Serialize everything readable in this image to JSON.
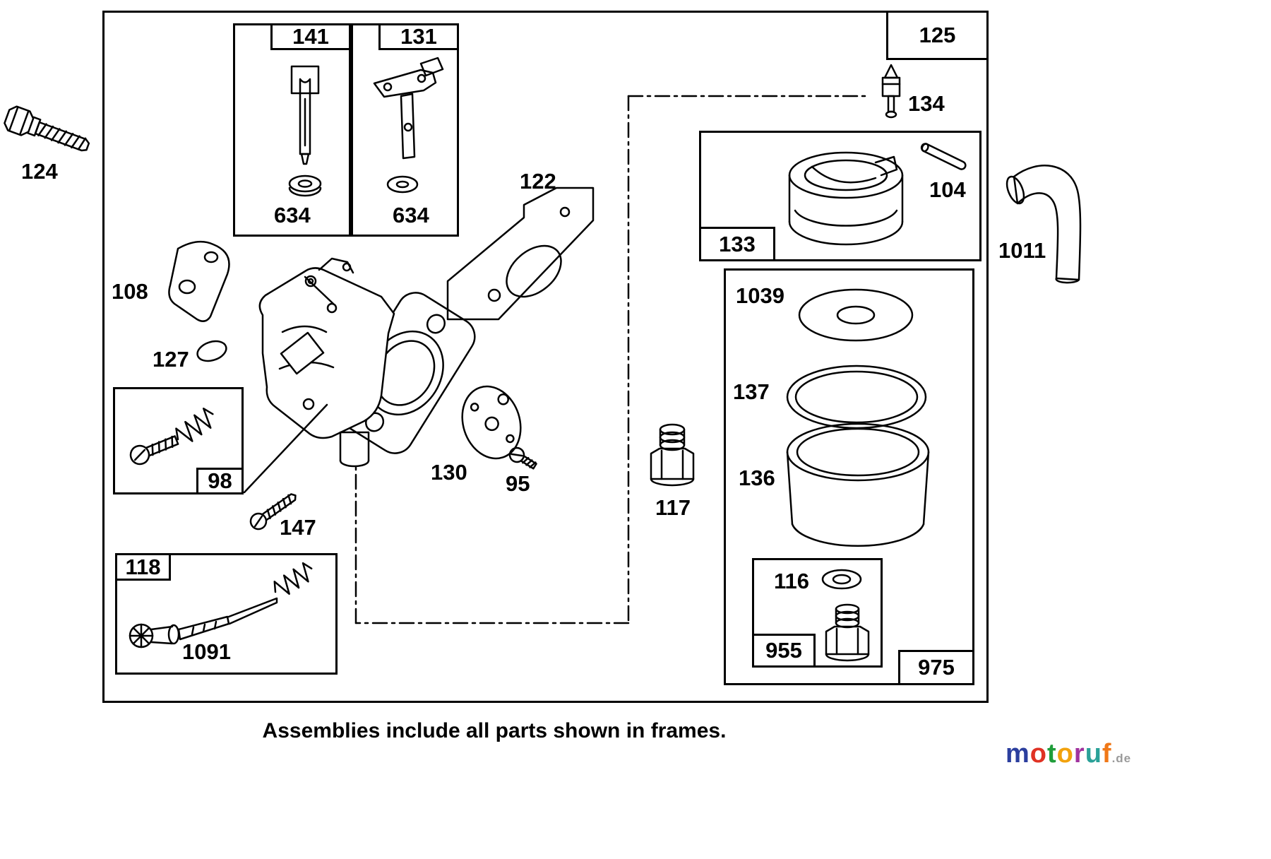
{
  "page": {
    "caption": "Assemblies include all parts shown in frames."
  },
  "labels": {
    "p124": "124",
    "p141": "141",
    "p131": "131",
    "p634a": "634",
    "p634b": "634",
    "p122": "122",
    "p125": "125",
    "p108": "108",
    "p127": "127",
    "p98": "98",
    "p130": "130",
    "p95": "95",
    "p147": "147",
    "p118": "118",
    "p1091": "1091",
    "p133": "133",
    "p134": "134",
    "p104": "104",
    "p1011": "1011",
    "p117": "117",
    "p1039": "1039",
    "p137": "137",
    "p136": "136",
    "p116": "116",
    "p955": "955",
    "p975": "975"
  },
  "logo": {
    "letters": [
      {
        "ch": "m",
        "color": "#2b3e9e"
      },
      {
        "ch": "o",
        "color": "#e03224"
      },
      {
        "ch": "t",
        "color": "#1f9d3a"
      },
      {
        "ch": "o",
        "color": "#f2a20d"
      },
      {
        "ch": "r",
        "color": "#a0329e"
      },
      {
        "ch": "u",
        "color": "#2aa198"
      },
      {
        "ch": "f",
        "color": "#f07818"
      }
    ],
    "suffix": ".de"
  },
  "colors": {
    "line": "#000000",
    "background": "#ffffff"
  }
}
